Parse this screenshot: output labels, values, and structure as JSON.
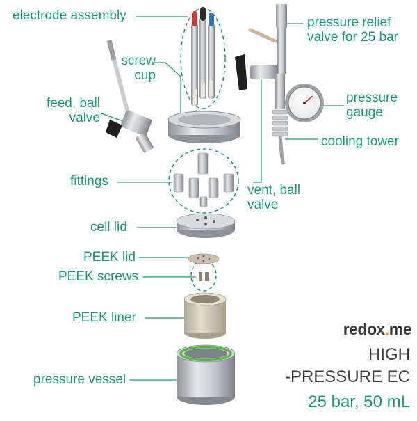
{
  "labels": {
    "electrode_assembly": "electrode assembly",
    "screw_cup_1": "screw",
    "screw_cup_2": "cup",
    "feed_valve_1": "feed, ball",
    "feed_valve_2": "valve",
    "fittings": "fittings",
    "cell_lid": "cell lid",
    "peek_lid": "PEEK lid",
    "peek_screws": "PEEK screws",
    "peek_liner": "PEEK liner",
    "pressure_vessel": "pressure vessel",
    "relief_valve_1": "pressure relief",
    "relief_valve_2": "valve for 25 bar",
    "pressure_gauge_1": "pressure",
    "pressure_gauge_2": "gauge",
    "cooling_tower": "cooling tower",
    "vent_valve_1": "vent, ball",
    "vent_valve_2": "valve"
  },
  "brand": {
    "name_main": "redox",
    "name_dot": ".",
    "name_end": "me"
  },
  "product": {
    "line1": "HIGH",
    "line2": "-PRESSURE EC",
    "line3": "25 bar, 50 mL"
  },
  "colors": {
    "accent": "#1a9a78",
    "brand_dot": "#f0a020",
    "text_dark": "#3f3f3f",
    "steel": "#b9bdc1",
    "peek": "#cfc6b3",
    "gasket": "#59b848"
  }
}
